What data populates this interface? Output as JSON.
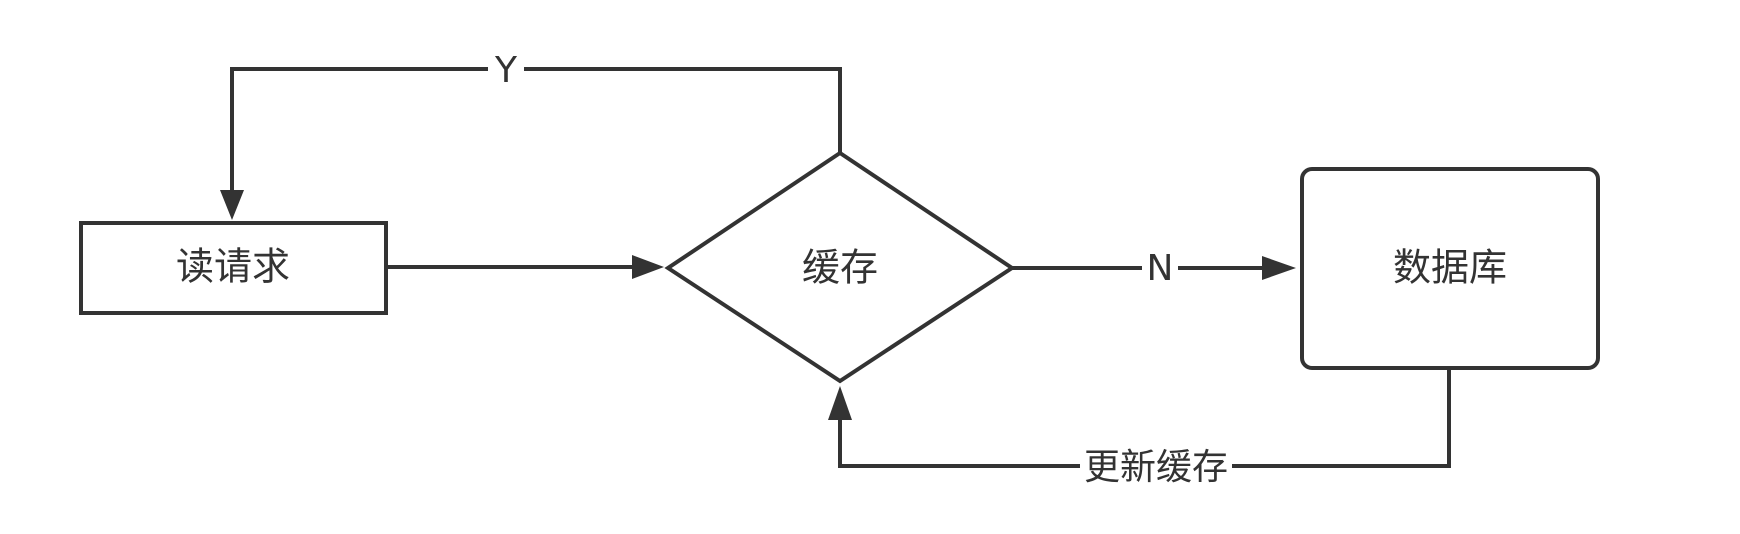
{
  "nodes": {
    "read_request": {
      "label": "读请求",
      "shape": "rectangle"
    },
    "cache": {
      "label": "缓存",
      "shape": "diamond"
    },
    "database": {
      "label": "数据库",
      "shape": "rounded-rectangle"
    }
  },
  "edges": {
    "request_to_cache": {
      "from": "读请求",
      "to": "缓存",
      "label": ""
    },
    "cache_hit": {
      "from": "缓存",
      "to": "读请求",
      "label": "Y"
    },
    "cache_miss": {
      "from": "缓存",
      "to": "数据库",
      "label": "N"
    },
    "update_cache": {
      "from": "数据库",
      "to": "缓存",
      "label": "更新缓存"
    }
  },
  "colors": {
    "stroke": "#333333",
    "background": "#ffffff"
  }
}
